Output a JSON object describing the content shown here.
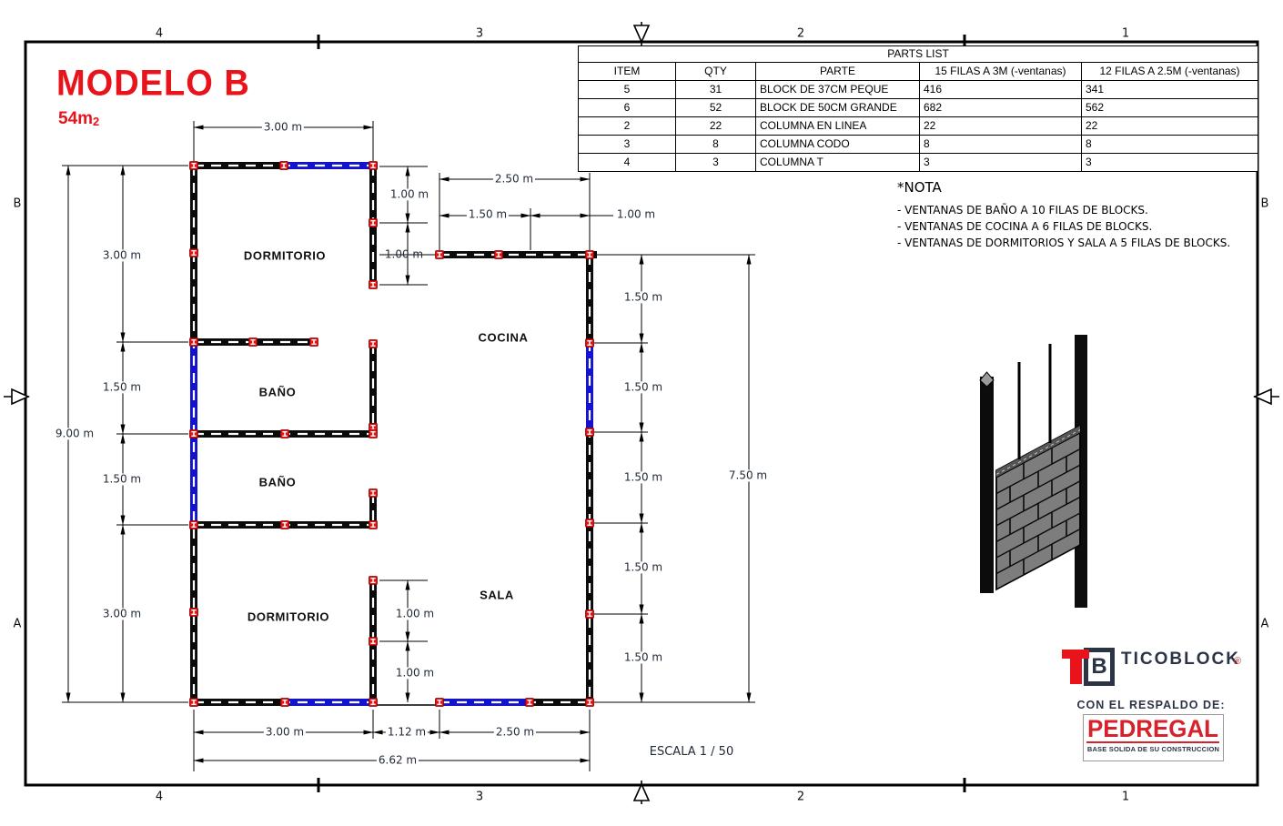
{
  "frame": {
    "zone_numbers_top": [
      "4",
      "3",
      "2",
      "1"
    ],
    "zone_numbers_bottom": [
      "4",
      "3",
      "2",
      "1"
    ],
    "row_letters_left": [
      "B",
      "A"
    ],
    "row_letters_right": [
      "B",
      "A"
    ]
  },
  "title": {
    "model": "MODELO B",
    "area": "54m",
    "area_sub": "2"
  },
  "parts_list": {
    "title": "PARTS LIST",
    "columns": [
      "ITEM",
      "QTY",
      "PARTE",
      "15 FILAS A 3M (-ventanas)",
      "12 FILAS A 2.5M (-ventanas)"
    ],
    "rows": [
      [
        "5",
        "31",
        "BLOCK DE 37CM PEQUE",
        "416",
        "341"
      ],
      [
        "6",
        "52",
        "BLOCK DE 50CM GRANDE",
        "682",
        "562"
      ],
      [
        "2",
        "22",
        "COLUMNA EN LINEA",
        "22",
        "22"
      ],
      [
        "3",
        "8",
        "COLUMNA CODO",
        "8",
        "8"
      ],
      [
        "4",
        "3",
        "COLUMNA T",
        "3",
        "3"
      ]
    ]
  },
  "nota": {
    "heading": "*NOTA",
    "lines": [
      "- VENTANAS DE BAÑO A 10 FILAS DE BLOCKS.",
      "- VENTANAS DE COCINA A 6 FILAS DE BLOCKS.",
      "- VENTANAS DE DORMITORIOS Y SALA A 5 FILAS DE BLOCKS."
    ]
  },
  "rooms": {
    "dormitorio1": "DORMITORIO",
    "bano1": "BAÑO",
    "bano2": "BAÑO",
    "cocina": "COCINA",
    "dormitorio2": "DORMITORIO",
    "sala": "SALA"
  },
  "dims": {
    "top_width": "3.00 m",
    "left_total": "9.00 m",
    "left_seg1": "3.00 m",
    "left_seg2": "1.50 m",
    "left_seg3": "1.50 m",
    "left_seg4": "3.00 m",
    "dorm1_seg1": "1.00 m",
    "dorm1_seg2": "1.00 m",
    "cocina_total": "2.50 m",
    "cocina_seg1": "1.50 m",
    "cocina_seg2": "1.00 m",
    "right_seg1": "1.50 m",
    "right_seg2": "1.50 m",
    "right_seg3": "1.50 m",
    "right_seg4": "1.50 m",
    "right_seg5": "1.50 m",
    "right_total": "7.50 m",
    "sala_seg1": "1.00 m",
    "sala_seg2": "1.00 m",
    "bottom_seg1": "3.00 m",
    "bottom_seg2": "1.12 m",
    "bottom_seg3": "2.50 m",
    "bottom_total": "6.62 m",
    "scale": "ESCALA 1 / 50"
  },
  "branding": {
    "tb_letter": "B",
    "ticoblock": "TICOBLOCK",
    "registered": "®",
    "respaldo": "CON EL RESPALDO DE:",
    "pedregal": "PEDREGAL",
    "pedregal_tagline": "BASE SOLIDA DE SU CONSTRUCCION"
  },
  "colors": {
    "accent_red": "#e8131b",
    "window_blue": "#1212cf",
    "marker_red": "#e11212",
    "navy": "#2b3445",
    "pedregal_red": "#d7222b",
    "wall_black": "#0a0a0a"
  }
}
